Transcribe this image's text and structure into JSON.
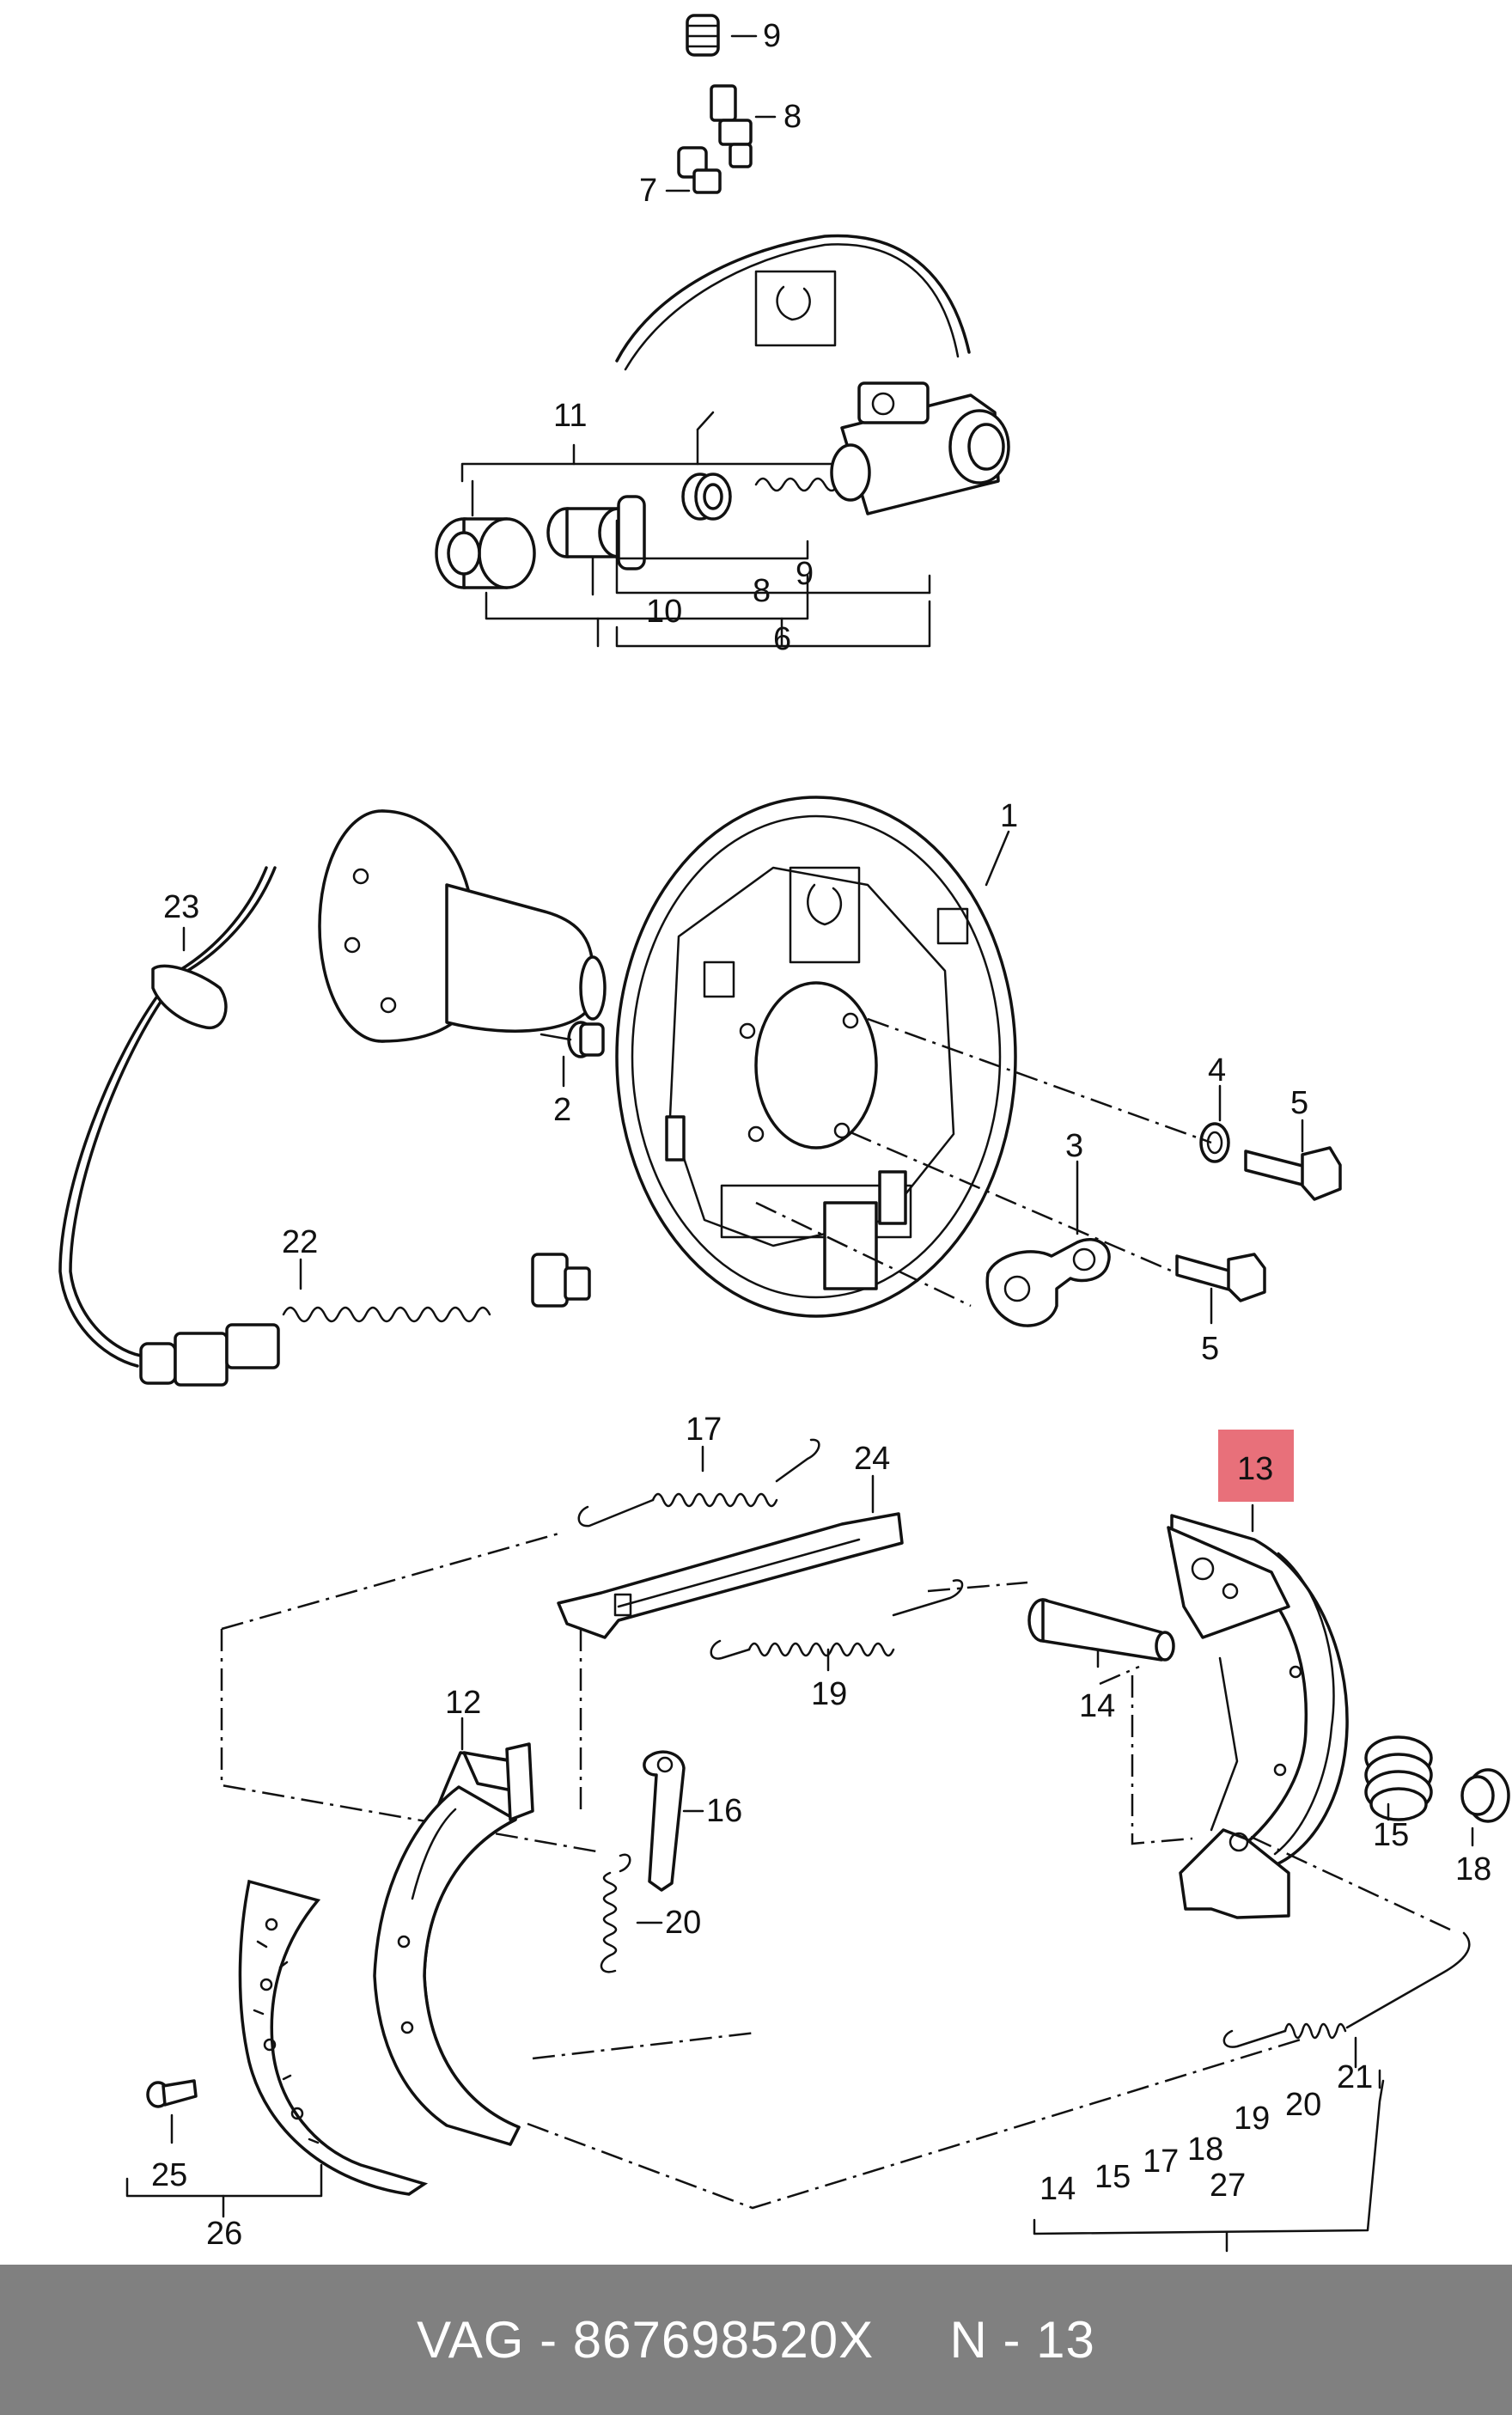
{
  "footer": {
    "brand": "VAG",
    "sep1": " - ",
    "part_number": "867698520X",
    "gap": "     ",
    "position_label": "N - 13"
  },
  "highlight": {
    "callout": "13",
    "color": "#e8707a"
  },
  "callouts": [
    {
      "id": "c9",
      "label": "9"
    },
    {
      "id": "c8a",
      "label": "8"
    },
    {
      "id": "c7",
      "label": "7"
    },
    {
      "id": "c11",
      "label": "11"
    },
    {
      "id": "c10",
      "label": "10"
    },
    {
      "id": "c8b",
      "label": "8"
    },
    {
      "id": "c9b",
      "label": "9"
    },
    {
      "id": "c6",
      "label": "6"
    },
    {
      "id": "c1",
      "label": "1"
    },
    {
      "id": "c23",
      "label": "23"
    },
    {
      "id": "c2",
      "label": "2"
    },
    {
      "id": "c4",
      "label": "4"
    },
    {
      "id": "c5a",
      "label": "5"
    },
    {
      "id": "c3",
      "label": "3"
    },
    {
      "id": "c5b",
      "label": "5"
    },
    {
      "id": "c22",
      "label": "22"
    },
    {
      "id": "c17",
      "label": "17"
    },
    {
      "id": "c24",
      "label": "24"
    },
    {
      "id": "c13",
      "label": "13"
    },
    {
      "id": "c19",
      "label": "19"
    },
    {
      "id": "c14",
      "label": "14"
    },
    {
      "id": "c12",
      "label": "12"
    },
    {
      "id": "c16",
      "label": "16"
    },
    {
      "id": "c15",
      "label": "15"
    },
    {
      "id": "c18",
      "label": "18"
    },
    {
      "id": "c20",
      "label": "20"
    },
    {
      "id": "c21",
      "label": "21"
    },
    {
      "id": "c25",
      "label": "25"
    },
    {
      "id": "c26",
      "label": "26"
    },
    {
      "id": "g14",
      "label": "14"
    },
    {
      "id": "g15",
      "label": "15"
    },
    {
      "id": "g17",
      "label": "17"
    },
    {
      "id": "g18",
      "label": "18"
    },
    {
      "id": "g19",
      "label": "19"
    },
    {
      "id": "g20",
      "label": "20"
    },
    {
      "id": "c27",
      "label": "27"
    }
  ]
}
